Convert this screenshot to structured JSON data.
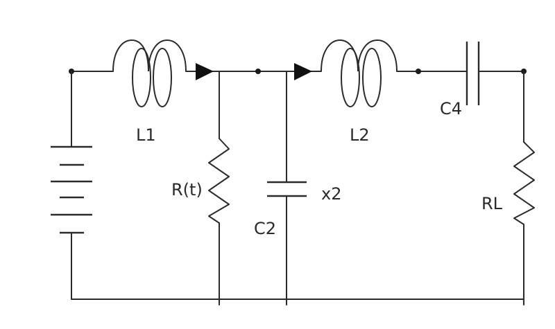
{
  "components": {
    "L1": "L1",
    "R_t": "R(t)",
    "C2": "C2",
    "x2": "x2",
    "L2": "L2",
    "C4": "C4",
    "RL": "RL"
  }
}
